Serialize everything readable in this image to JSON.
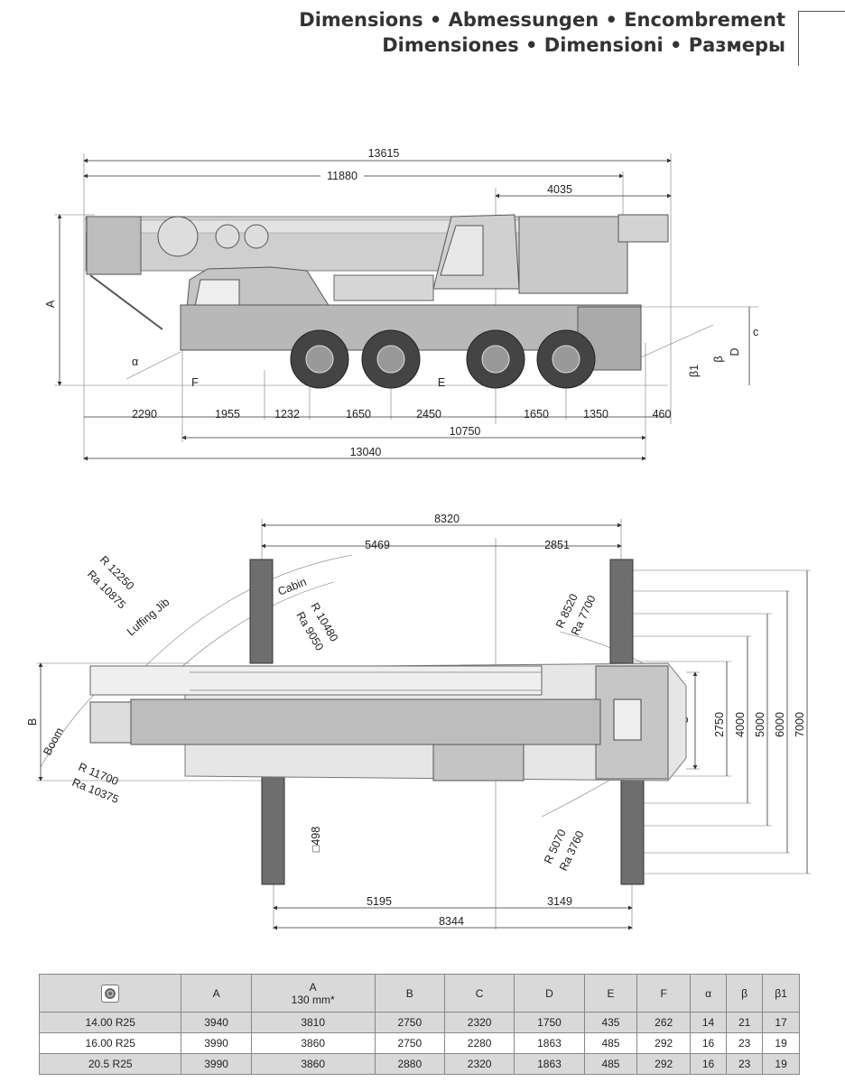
{
  "header": {
    "title_line1": "Dimensions • Abmessungen • Encombrement",
    "title_line2": "Dimensiones • Dimensioni • Размеры"
  },
  "side_view": {
    "dim_overall": "13615",
    "dim_boom": "11880",
    "dim_rear": "4035",
    "bottom": [
      "2290",
      "1955",
      "1232",
      "1650",
      "2450",
      "1650",
      "1350",
      "460"
    ],
    "dim_wheelbase_total": "10750",
    "dim_length": "13040",
    "labels": {
      "A": "A",
      "F": "F",
      "E": "E",
      "D": "D",
      "alpha": "α",
      "beta": "β",
      "beta1": "β1",
      "c": "c"
    }
  },
  "top_view": {
    "dim_top_total": "8320",
    "dim_top_left": "5469",
    "dim_top_right": "2851",
    "dim_bottom_left": "5195",
    "dim_bottom_right": "3149",
    "dim_bottom_total": "8344",
    "B": "B",
    "C": "C",
    "widths": [
      "2750",
      "4000",
      "5000",
      "6000",
      "7000"
    ],
    "pad": "□498",
    "radii": {
      "luffing_r": "R 12250",
      "luffing_ra": "Ra 10875",
      "luffing_label": "Luffing Jib",
      "cabin_label": "Cabin",
      "cabin_r": "R 10480",
      "cabin_ra": "Ra 9050",
      "front_r": "R 8520",
      "front_ra": "Ra 7700",
      "boom_label": "Boom",
      "boom_r": "R 11700",
      "boom_ra": "Ra 10375",
      "rear_r": "R 5070",
      "rear_ra": "Ra 3760"
    }
  },
  "table": {
    "icon": "tire-icon",
    "headers": [
      "A",
      "A",
      "B",
      "C",
      "D",
      "E",
      "F",
      "α",
      "β",
      "β1"
    ],
    "header_sub": "130 mm*",
    "rows": [
      [
        "14.00 R25",
        "3940",
        "3810",
        "2750",
        "2320",
        "1750",
        "435",
        "262",
        "14",
        "21",
        "17"
      ],
      [
        "16.00 R25",
        "3990",
        "3860",
        "2750",
        "2280",
        "1863",
        "485",
        "292",
        "16",
        "23",
        "19"
      ],
      [
        "20.5 R25",
        "3990",
        "3860",
        "2880",
        "2320",
        "1863",
        "485",
        "292",
        "16",
        "23",
        "19"
      ]
    ]
  }
}
